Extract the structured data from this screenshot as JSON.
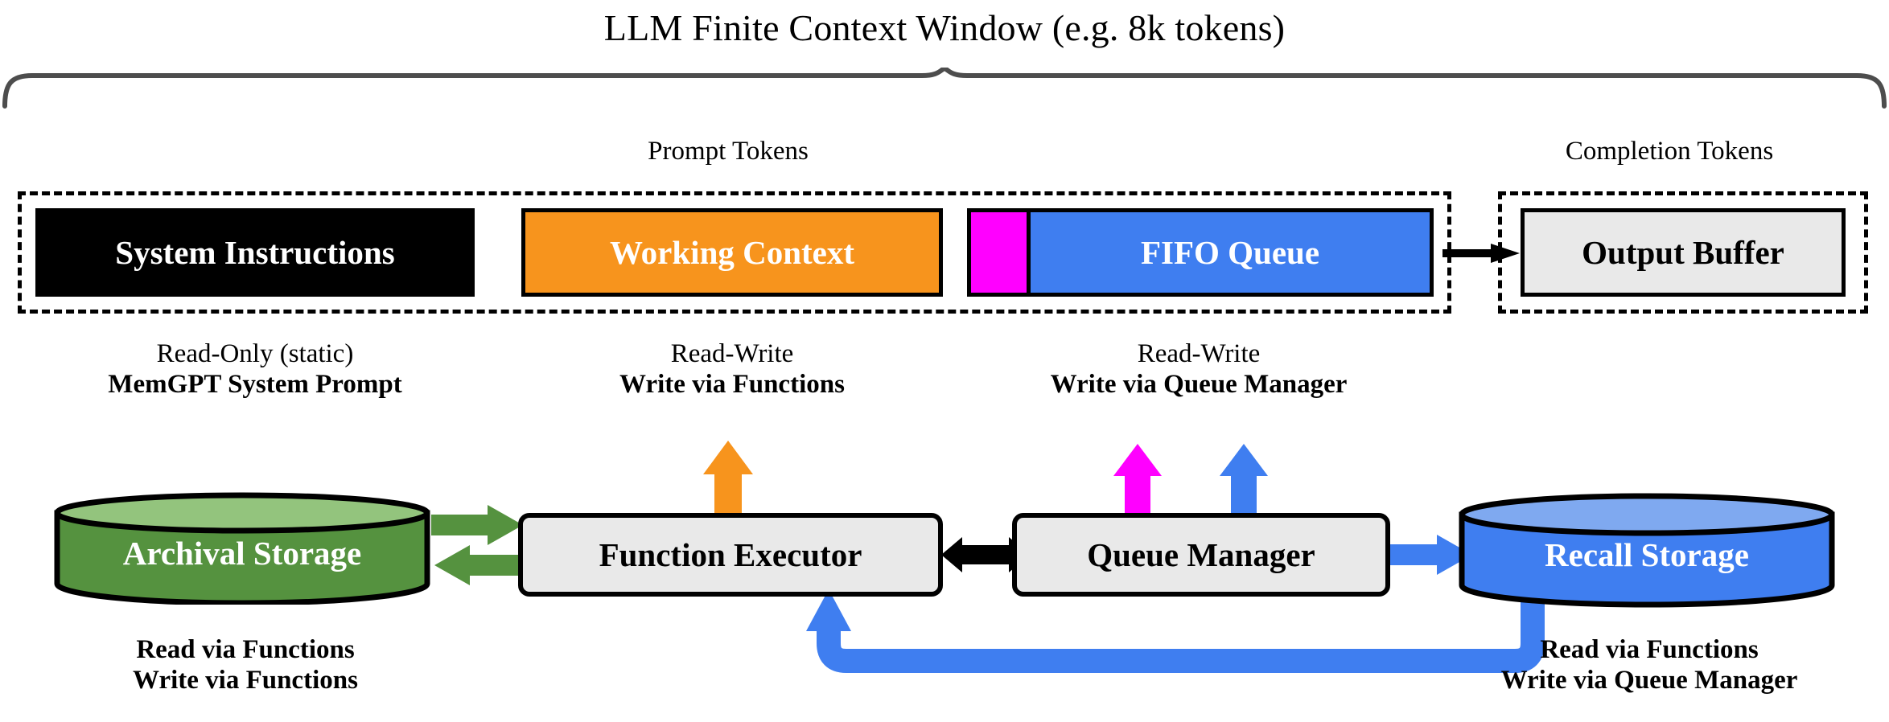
{
  "diagram": {
    "title": "LLM Finite Context Window (e.g. 8k tokens)",
    "sections": {
      "prompt_label": "Prompt Tokens",
      "completion_label": "Completion Tokens"
    },
    "context_boxes": [
      {
        "id": "system",
        "label": "System Instructions",
        "fill": "#000000",
        "text_color": "#ffffff"
      },
      {
        "id": "working",
        "label": "Working Context",
        "fill": "#f7941d",
        "text_color": "#ffffff"
      },
      {
        "id": "fifo",
        "label": "FIFO Queue",
        "fill": "#3f7ef0",
        "text_color": "#ffffff",
        "segment_fill": "#ff00ff"
      },
      {
        "id": "output",
        "label": "Output Buffer",
        "fill": "#e9e9e9",
        "text_color": "#000000"
      }
    ],
    "captions": [
      {
        "id": "system",
        "line1": "Read-Only (static)",
        "line2": "MemGPT System Prompt"
      },
      {
        "id": "working",
        "line1": "Read-Write",
        "line2": "Write via Functions"
      },
      {
        "id": "fifo",
        "line1": "Read-Write",
        "line2": "Write via Queue Manager"
      }
    ],
    "storage": [
      {
        "id": "archival",
        "label": "Archival Storage",
        "fill": "#55923f",
        "top_fill": "#93c47d",
        "caption_line1": "Read via Functions",
        "caption_line2": "Write via Functions"
      },
      {
        "id": "recall",
        "label": "Recall Storage",
        "fill": "#3f7ef0",
        "top_fill": "#7fa9f0",
        "caption_line1": "Read via Functions",
        "caption_line2": "Write via Queue Manager"
      }
    ],
    "processes": [
      {
        "id": "function-executor",
        "label": "Function Executor",
        "fill": "#e9e9e9"
      },
      {
        "id": "queue-manager",
        "label": "Queue Manager",
        "fill": "#e9e9e9"
      }
    ],
    "colors": {
      "orange": "#f7941d",
      "blue": "#3f7ef0",
      "magenta": "#ff00ff",
      "green": "#55923f",
      "black": "#000000",
      "gray_box": "#e9e9e9",
      "brace": "#4d4d4d"
    }
  }
}
